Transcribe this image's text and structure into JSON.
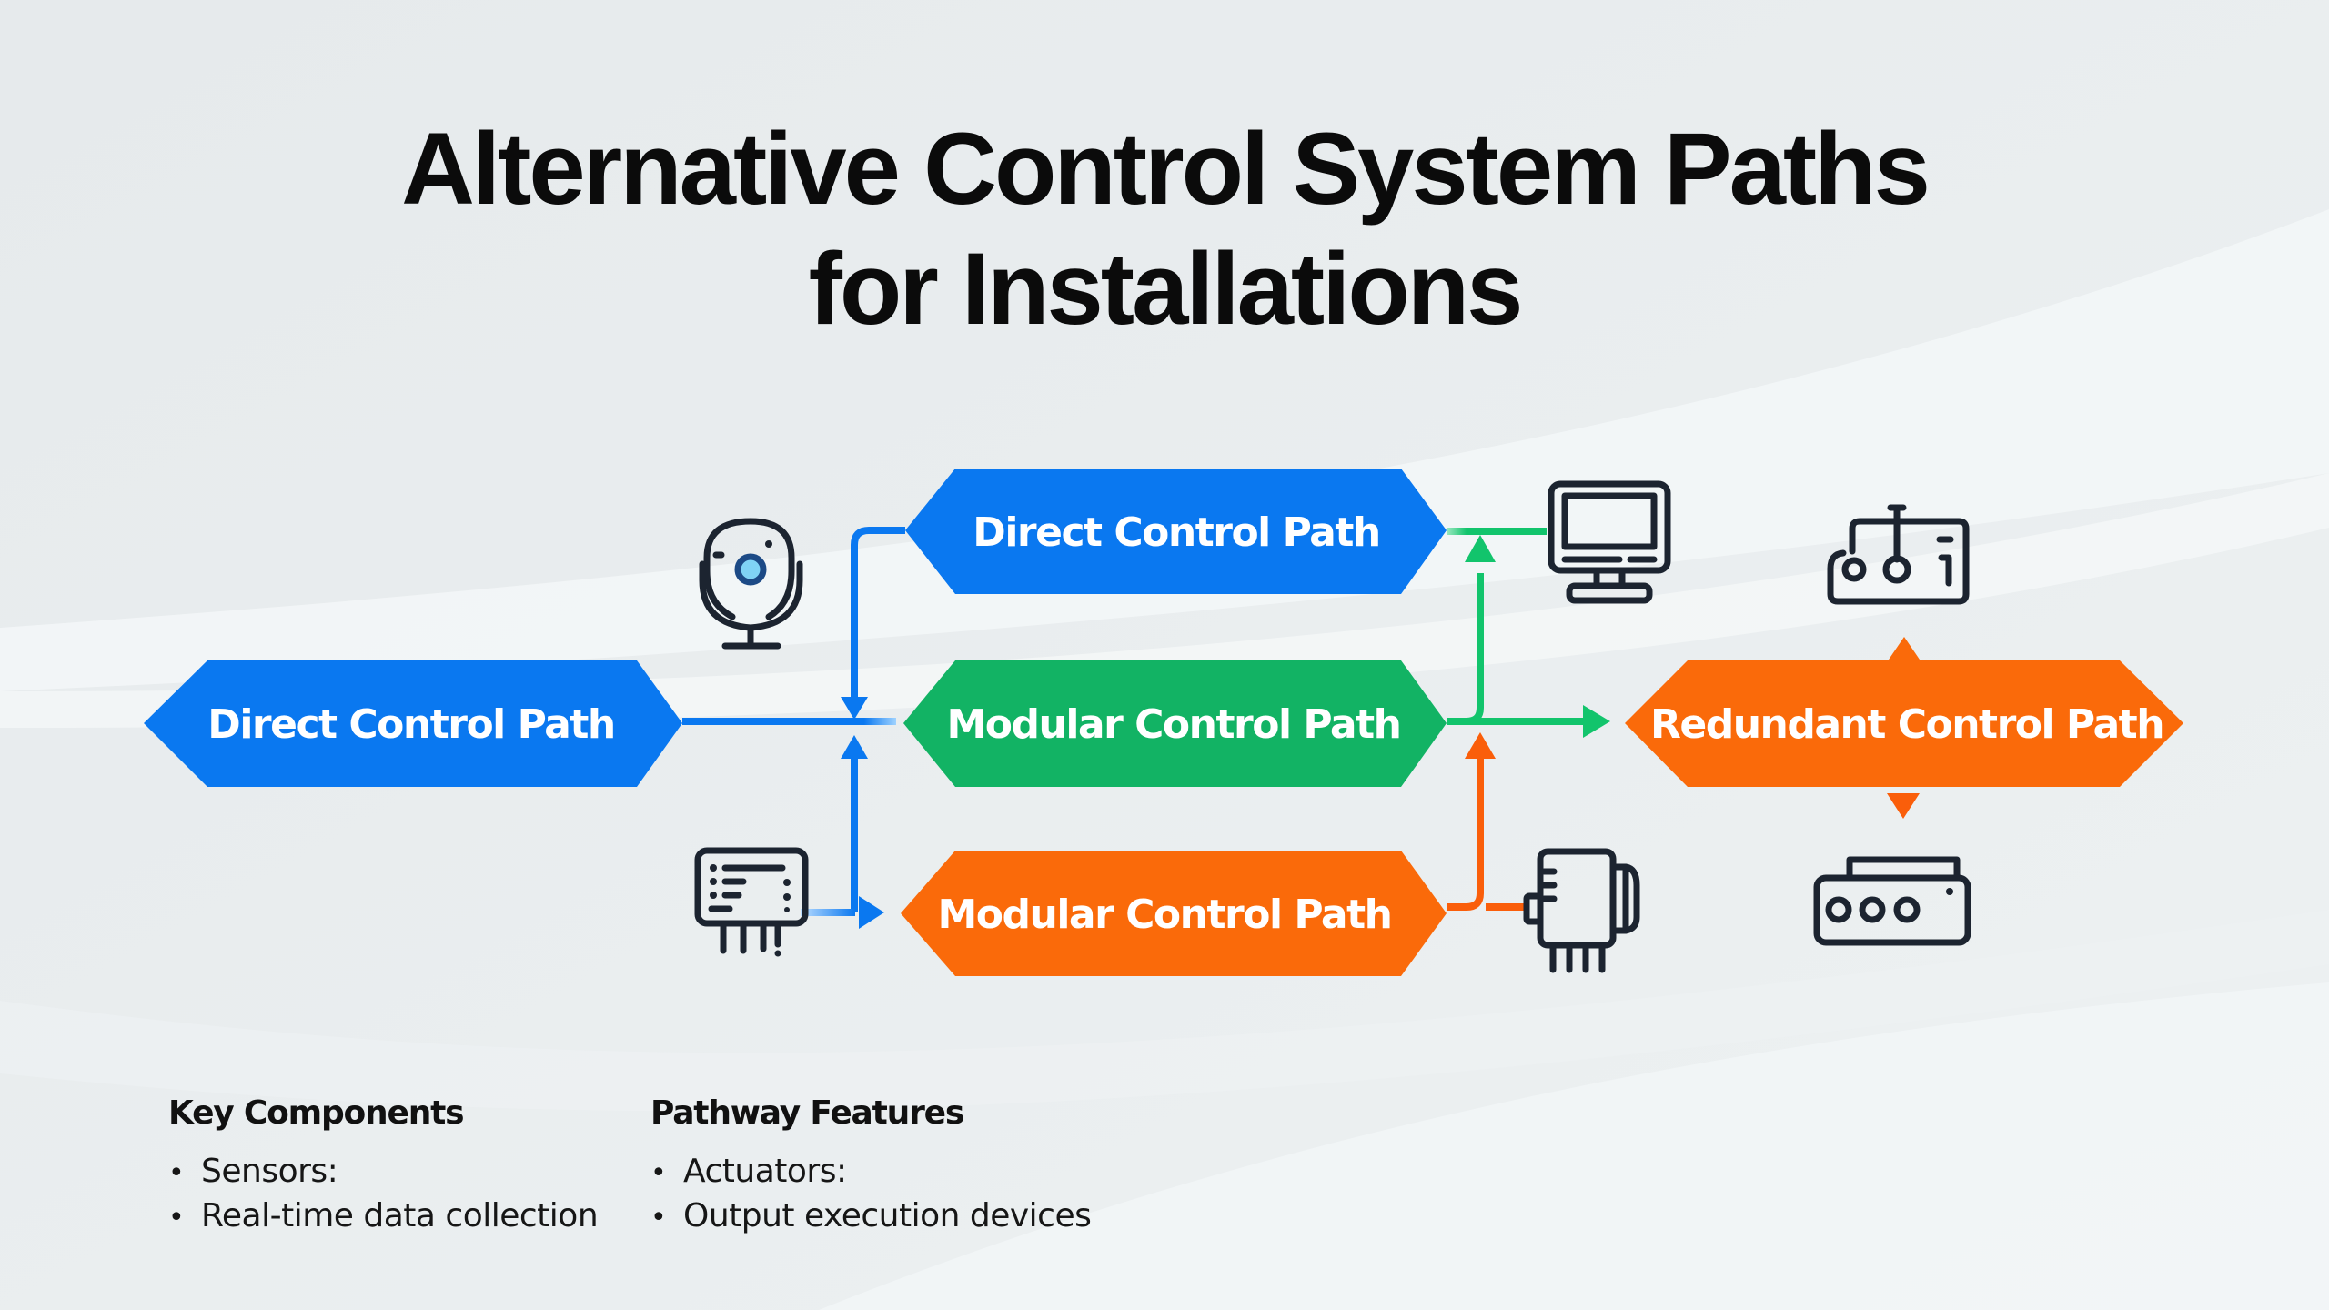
{
  "title": {
    "line1": "Alternative Control System Paths",
    "line2": "for Installations"
  },
  "colors": {
    "blue": "#0a78f0",
    "green": "#12b364",
    "orange": "#fa6a0a",
    "icon_stroke": "#1c2430",
    "mic_accent": "#7fd3f5"
  },
  "nodes": {
    "entry": {
      "label": "Direct Control Path",
      "color": "blue"
    },
    "top": {
      "label": "Direct Control Path",
      "color": "blue"
    },
    "middle": {
      "label": "Modular Control Path",
      "color": "green"
    },
    "bottom": {
      "label": "Modular Control Path",
      "color": "orange"
    },
    "output": {
      "label": "Redundant Control Path",
      "color": "orange"
    }
  },
  "icons": {
    "sensor": "microphone-sensor-icon",
    "module": "control-module-icon",
    "monitor": "monitor-icon",
    "motor": "motor-actuator-icon",
    "remote": "remote-control-icon",
    "device": "output-device-icon"
  },
  "legend": {
    "left": {
      "heading": "Key Components",
      "items": [
        "Sensors:",
        "Real-time data collection"
      ]
    },
    "right": {
      "heading": "Pathway Features",
      "items": [
        "Actuators:",
        "Output execution devices"
      ]
    },
    "bullet": "•"
  }
}
